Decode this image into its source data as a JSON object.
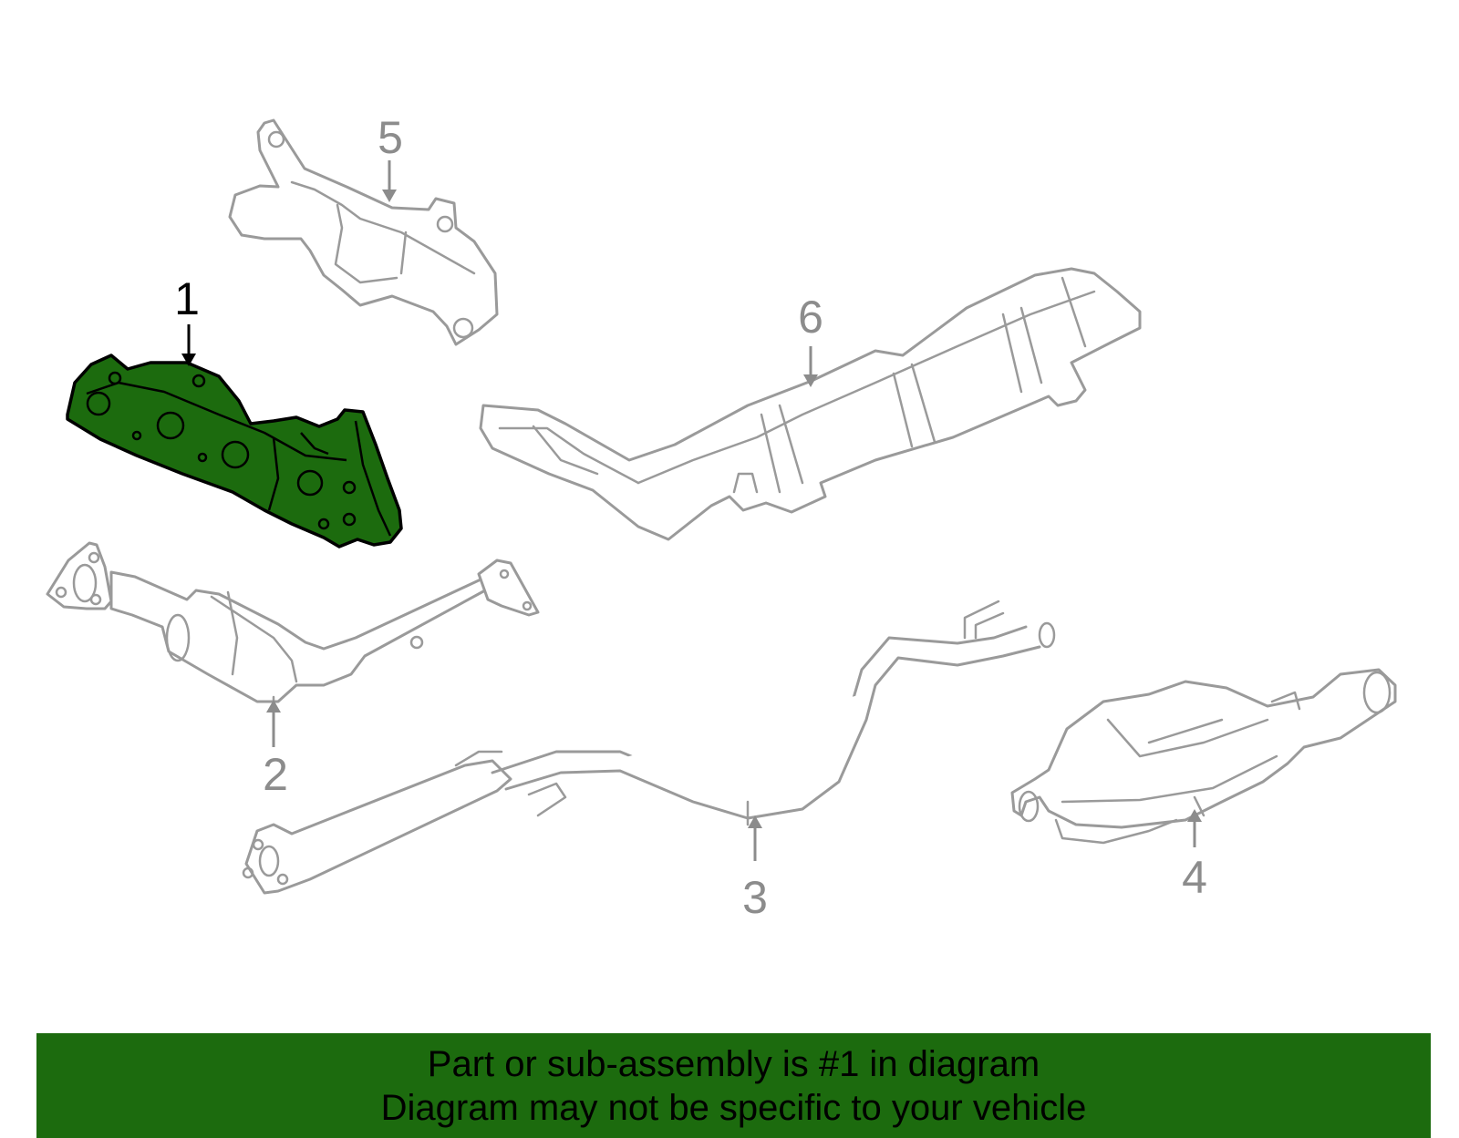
{
  "colors": {
    "highlight": "#1c6b0e",
    "banner": "#1c6b0e",
    "part_stroke": "#9a9a9a",
    "callout_active": "#000000",
    "callout_inactive": "#8c8c8c"
  },
  "highlighted_part": "1",
  "callouts": [
    {
      "label": "1",
      "active": true
    },
    {
      "label": "2",
      "active": false
    },
    {
      "label": "3",
      "active": false
    },
    {
      "label": "4",
      "active": false
    },
    {
      "label": "5",
      "active": false
    },
    {
      "label": "6",
      "active": false
    }
  ],
  "banner": {
    "line1": "Part or sub-assembly is #1 in diagram",
    "line2": "Diagram may not be specific to your vehicle"
  }
}
